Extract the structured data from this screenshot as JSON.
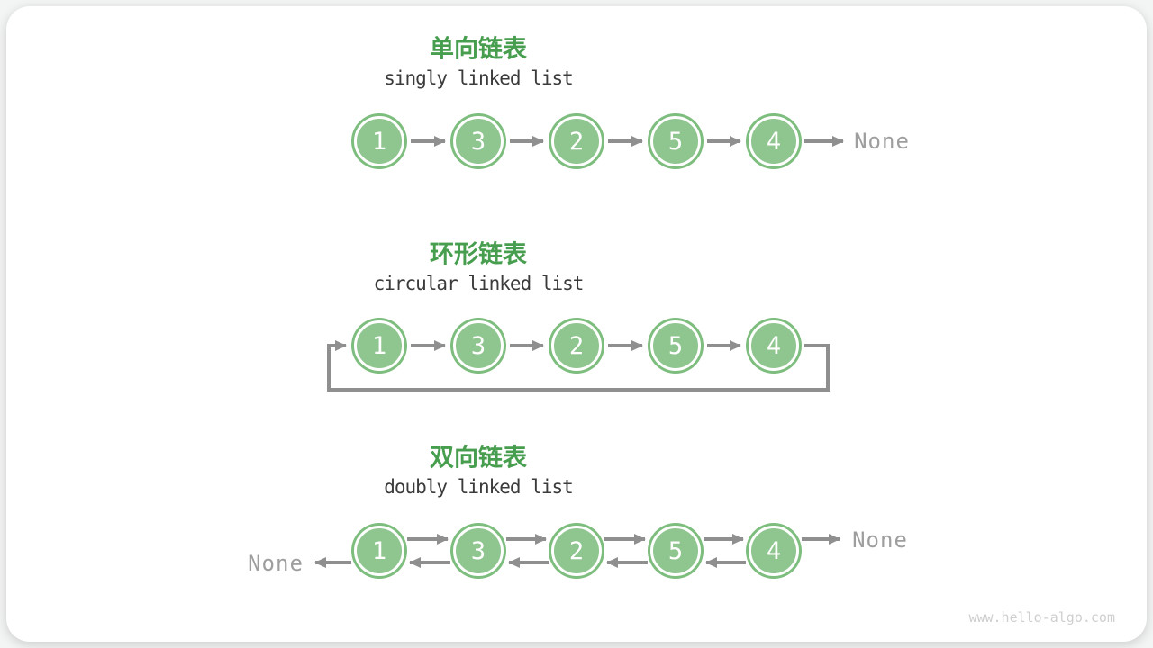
{
  "colors": {
    "page_bg": "#f3f4f4",
    "card_bg": "#ffffff",
    "title_green": "#479e4f",
    "node_fill": "#8fc58f",
    "node_ring": "#7dbd7d",
    "node_text": "#ffffff",
    "arrow": "#8f8f8f",
    "subtitle_text": "#3b3b3b",
    "none_text": "#9e9e9e",
    "watermark_text": "#cfcfcf"
  },
  "sections": [
    {
      "id": "singly",
      "title_zh": "单向链表",
      "title_en": "singly linked list",
      "values": [
        "1",
        "3",
        "2",
        "5",
        "4"
      ],
      "tail_label": "None"
    },
    {
      "id": "circular",
      "title_zh": "环形链表",
      "title_en": "circular linked list",
      "values": [
        "1",
        "3",
        "2",
        "5",
        "4"
      ]
    },
    {
      "id": "doubly",
      "title_zh": "双向链表",
      "title_en": "doubly linked list",
      "values": [
        "1",
        "3",
        "2",
        "5",
        "4"
      ],
      "head_label": "None",
      "tail_label": "None"
    }
  ],
  "watermark": "www.hello-algo.com"
}
